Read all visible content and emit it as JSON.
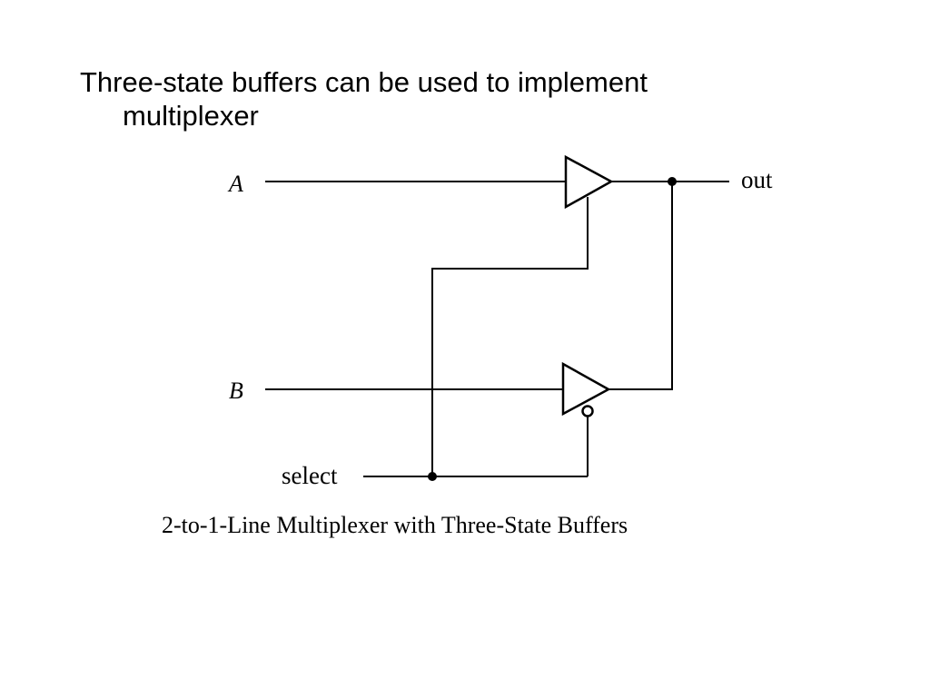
{
  "slide": {
    "bullet_line_1": "Three-state buffers can be used to implement",
    "bullet_line_2": "multiplexer"
  },
  "diagram": {
    "input_a_label": "A",
    "input_b_label": "B",
    "select_label": "select",
    "output_label": "out",
    "caption": "2-to-1-Line Multiplexer with Three-State Buffers"
  }
}
